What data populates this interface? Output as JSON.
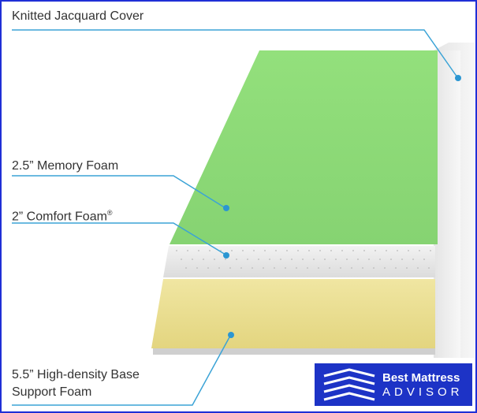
{
  "labels": {
    "cover": "Knitted Jacquard Cover",
    "memory_foam": "2.5” Memory Foam",
    "comfort_foam": "2” Comfort Foam",
    "comfort_mark": "®",
    "base_line1": "5.5” High-density Base",
    "base_line2": "Support Foam"
  },
  "logo": {
    "line1": "Best Mattress",
    "line2": "ADVISOR"
  },
  "colors": {
    "frame_border": "#1f2fd6",
    "leader_line": "#3ba3d6",
    "memory_foam": "#8fdc7a",
    "comfort_foam": "#e9e9e9",
    "base_foam": "#e8dc8a",
    "cover": "#f2f2f2",
    "logo_bg": "#1d33c6"
  }
}
